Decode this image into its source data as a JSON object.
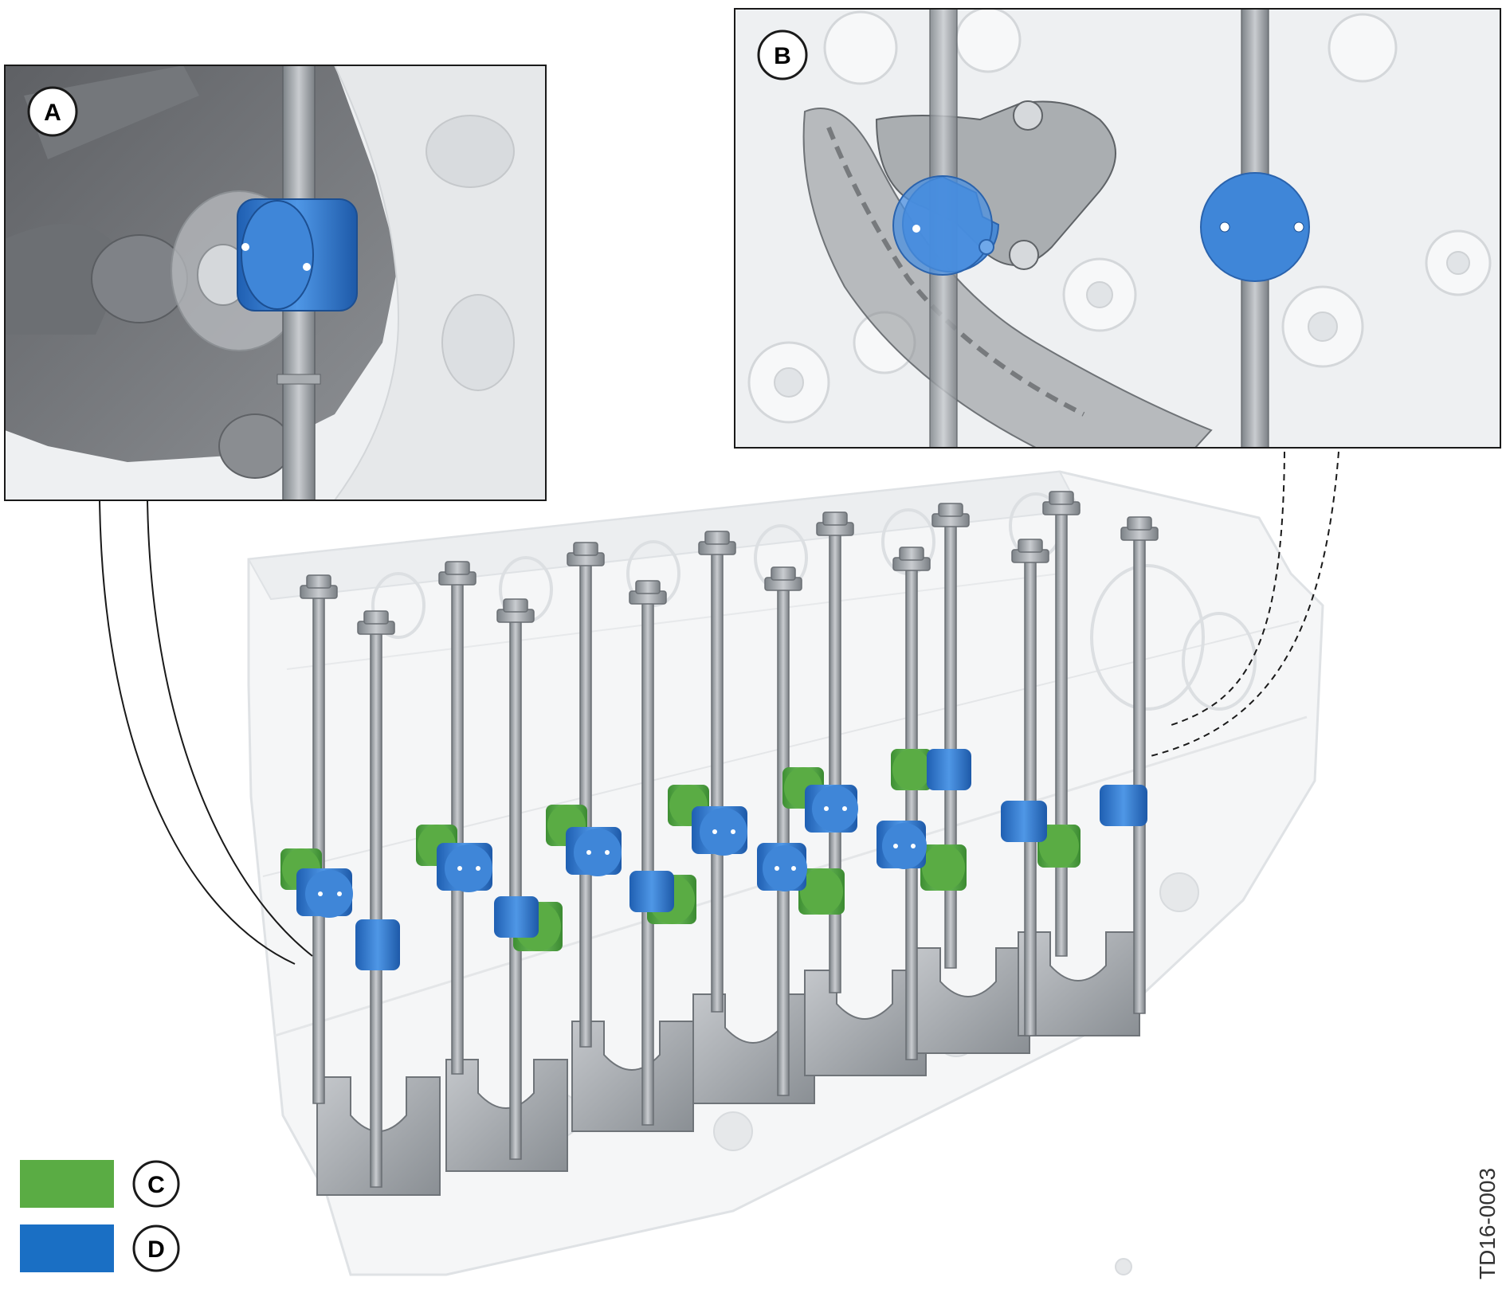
{
  "callouts": {
    "a": "A",
    "b": "B"
  },
  "legend": {
    "c": {
      "label": "C",
      "color": "#5aac44"
    },
    "d": {
      "label": "D",
      "color": "#1a6fc4"
    }
  },
  "document_id": "TD16-0003",
  "colors": {
    "sleeve_blue": "#3f86d8",
    "sleeve_green": "#5aac44",
    "bolt_gray": "#9a9fa4",
    "block_outline": "#dfe2e5"
  },
  "icons": {
    "engine_block": "engine-block-icon",
    "cylinder_head_bolt": "bolt-icon",
    "main_bearing_cap": "bearing-cap-icon"
  }
}
